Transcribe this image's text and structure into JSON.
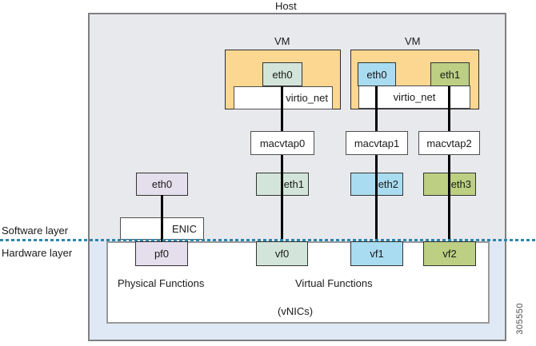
{
  "host": {
    "label": "Host"
  },
  "layers": {
    "software": "Software layer",
    "hardware": "Hardware layer"
  },
  "vms": [
    {
      "label": "VM",
      "interfaces": [
        "eth0"
      ],
      "driver": "virtio_net"
    },
    {
      "label": "VM",
      "interfaces": [
        "eth0",
        "eth1"
      ],
      "driver": "virtio_net"
    }
  ],
  "macvtaps": [
    "macvtap0",
    "macvtap1",
    "macvtap2"
  ],
  "software_layer": {
    "eth0": "eth0",
    "enic": "ENIC",
    "eths": [
      "eth1",
      "eth2",
      "eth3"
    ]
  },
  "hardware_layer": {
    "pf": "pf0",
    "vfs": [
      "vf0",
      "vf1",
      "vf2"
    ],
    "physical_functions_label": "Physical Functions",
    "virtual_functions_label": "Virtual Functions",
    "vnics_label": "(vNICs)"
  },
  "figure_number": "305550",
  "colors": {
    "host_fill": "#e8e9ed",
    "hardware_fill": "#dfe9f5",
    "vm_fill": "#fbd791",
    "pale_teal": "#d3e5da",
    "light_blue": "#a9dcf1",
    "olive_green": "#bccf83",
    "lavender": "#e5deec",
    "divider_blue": "#2e86ad",
    "line_black": "#000000"
  }
}
